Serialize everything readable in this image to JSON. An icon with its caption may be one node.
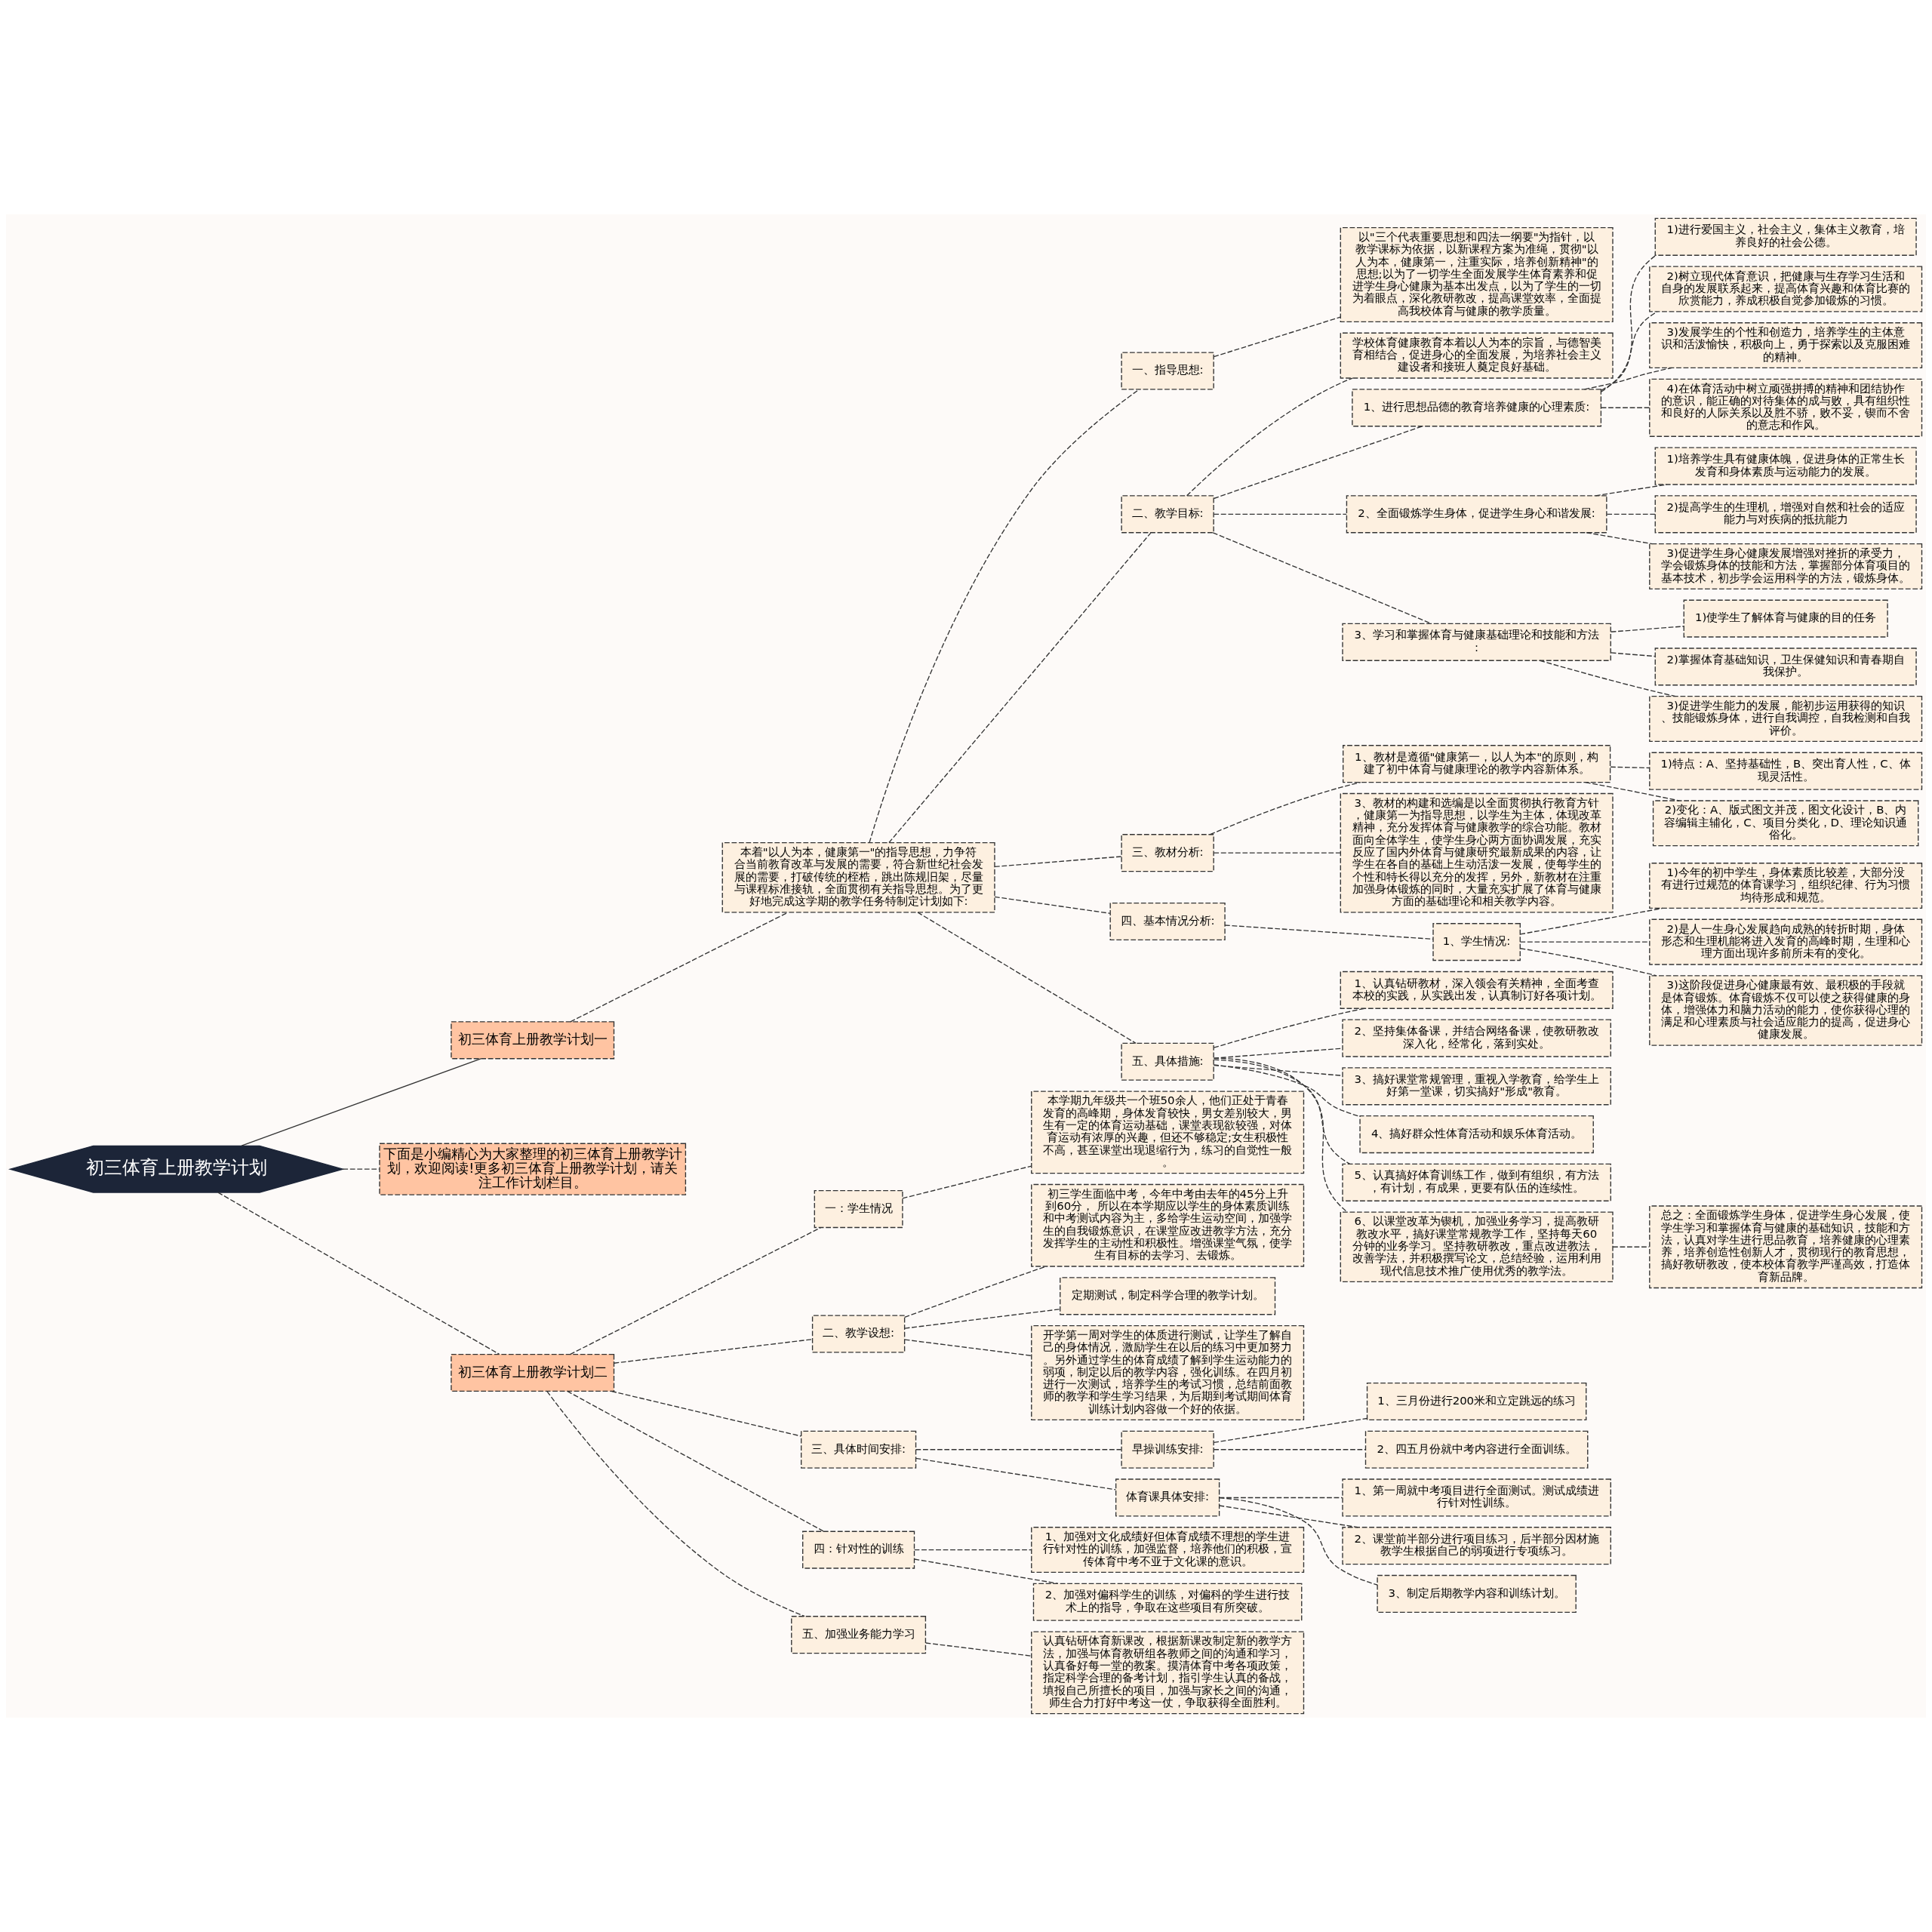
{
  "diagram": {
    "nodes": [
      {
        "text": [
          "初三体育上册教学计划"
        ]
      },
      {
        "text": [
          "初三体育上册教学计划一"
        ]
      },
      {
        "text": [
          "本着\"以人为本，健康第一\"的指导思想，力争符合当前教育改革与发展的需要，符合新世纪社会发展的需要，打破传统的桎梏，跳出陈规旧架，尽量与课程标准接轨，全面贯彻有关指导思想。为了更好地完成这学期的教学任务特制定计划如下:"
        ]
      },
      {
        "text": [
          "一、指导思想:"
        ]
      },
      {
        "text": [
          "以\"三个代表重要思想和四法一纲要\"为指针，以教学课标为依据，以新课程方案为准绳，贯彻\"以人为本，健康第一，注重实际，培养创新精神\"的思想;以为了一切学生全面发展学生体育素养和促进学生身心健康为基本出发点，以为了学生的一切为着眼点，深化教研教改，提高课堂效率，全面提高我校体育与健康的教学质量。"
        ]
      },
      {
        "text": [
          "二、教学目标:"
        ]
      },
      {
        "text": [
          "学校体育健康教育本着以人为本的宗旨，与德智美育相结合，促进身心的全面发展，为培养社会主义建设者和接班人奠定良好基础。"
        ]
      },
      {
        "text": [
          "1、进行思想品德的教育培养健康的心理素质:"
        ]
      },
      {
        "text": [
          "1)进行爱国主义，社会主义，集体主义教育，培养良好的社会公德。"
        ]
      },
      {
        "text": [
          "2)树立现代体育意识，把健康与生存学习生活和自身的发展联系起来，提高体育兴趣和体育比赛的欣赏能力，养成积极自觉参加锻炼的习惯。"
        ]
      },
      {
        "text": [
          "3)发展学生的个性和创造力，培养学生的主体意识和活泼愉快，积极向上，勇于探索以及克服困难的精神。"
        ]
      },
      {
        "text": [
          "4)在体育活动中树立顽强拼搏的精神和团结协作的意识，能正确的对待集体的成与败，具有组织性和良好的人际关系以及胜不骄，败不妥，锲而不舍的意志和作风。"
        ]
      },
      {
        "text": [
          "2、全面锻炼学生身体，促进学生身心和谐发展:"
        ]
      },
      {
        "text": [
          "1)培养学生具有健康体魄，促进身体的正常生长发育和身体素质与运动能力的发展。"
        ]
      },
      {
        "text": [
          "2)提高学生的生理机，增强对自然和社会的适应能力与对疾病的抵抗能力"
        ]
      },
      {
        "text": [
          "3)促进学生身心健康发展增强对挫折的承受力，学会锻炼身体的技能和方法，掌握部分体育项目的基本技术，初步学会运用科学的方法，锻炼身体。"
        ]
      },
      {
        "text": [
          "3、学习和掌握体育与健康基础理论和技能和方法:"
        ]
      },
      {
        "text": [
          "1)使学生了解体育与健康的目的任务"
        ]
      },
      {
        "text": [
          "2)掌握体育基础知识，卫生保健知识和青春期自我保护。"
        ]
      },
      {
        "text": [
          "3)促进学生能力的发展，能初步运用获得的知识、技能锻炼身体，进行自我调控，自我检测和自我评价。"
        ]
      },
      {
        "text": [
          "三、教材分析:"
        ]
      },
      {
        "text": [
          "1、教材是遵循\"健康第一，以人为本\"的原则，构建了初中体育与健康理论的教学内容新体系。"
        ]
      },
      {
        "text": [
          "1)特点：A、坚持基础性，B、突出育人性，C、体现灵活性。"
        ]
      },
      {
        "text": [
          "2)变化：A、版式图文并茂，图文化设计，B、内容编辑主辅化，C、项目分类化，D、理论知识通俗化。"
        ]
      },
      {
        "text": [
          "3、教材的构建和选编是以全面贯彻执行教育方针，健康第一为指导思想，以学生为主体，体现改革精神，充分发挥体育与健康教学的综合功能。教材面向全体学生，使学生身心两方面协调发展，充实反应了国内外体育与健康研究最新成果的内容，让学生在各自的基础上生动活泼一发展，使每学生的个性和特长得以充分的发挥，另外，新教材在注重加强身体锻炼的同时，大量充实扩展了体育与健康方面的基础理论和相关教学内容。"
        ]
      },
      {
        "text": [
          "四、基本情况分析:"
        ]
      },
      {
        "text": [
          "1、学生情况:"
        ]
      },
      {
        "text": [
          "1)今年的初中学生，身体素质比较差，大部分没有进行过规范的体育课学习，组织纪律、行为习惯均待形成和规范。"
        ]
      },
      {
        "text": [
          "2)是人一生身心发展趋向成熟的转折时期，身体形态和生理机能将进入发育的高峰时期，生理和心理方面出现许多前所未有的变化。"
        ]
      },
      {
        "text": [
          "3)这阶段促进身心健康最有效、最积极的手段就是体育锻炼。体育锻炼不仅可以使之获得健康的身体，增强体力和脑力活动的能力，使你获得心理的满足和心理素质与社会适应能力的提高，促进身心健康发展。"
        ]
      },
      {
        "text": [
          "五、具体措施:"
        ]
      },
      {
        "text": [
          "1、认真钻研教材，深入领会有关精神，全面考查本校的实践，从实践出发，认真制订好各项计划。"
        ]
      },
      {
        "text": [
          "2、坚持集体备课，并结合网络备课，使教研教改深入化，经常化，落到实处。"
        ]
      },
      {
        "text": [
          "3、搞好课堂常规管理，重视入学教育，给学生上好第一堂课，切实搞好\"形成\"教育。"
        ]
      },
      {
        "text": [
          "4、搞好群众性体育活动和娱乐体育活动。"
        ]
      },
      {
        "text": [
          "5、认真搞好体育训练工作，做到有组织，有方法，有计划，有成果，更要有队伍的连续性。"
        ]
      },
      {
        "text": [
          "6、以课堂改革为锲机，加强业务学习，提高教研教改水平，搞好课堂常规教学工作，坚持每天60分钟的业务学习。坚持教研教改，重点改进教法，改善学法，并积极撰写论文，总结经验，运用利用现代信息技术推广使用优秀的教学法。"
        ]
      },
      {
        "text": [
          "总之：全面锻炼学生身体，促进学生身心发展，使学生学习和掌握体育与健康的基础知识，技能和方法，认真对学生进行思品教育，培养健康的心理素养，培养创造性创新人才，贯彻现行的教育思想，搞好教研教改，使本校体育教学严谨高效，打造体育新品牌。"
        ]
      },
      {
        "text": [
          "下面是小编精心为大家整理的初三体育上册教学计划，欢迎阅读!更多初三体育上册教学计划，请关注工作计划栏目。"
        ]
      },
      {
        "text": [
          "初三体育上册教学计划二"
        ]
      },
      {
        "text": [
          "一：学生情况"
        ]
      },
      {
        "text": [
          "本学期九年级共一个班50余人，他们正处于青春发育的高峰期，身体发育较快，男女差别较大，男生有一定的体育运动基础，课堂表现欲较强，对体育运动有浓厚的兴趣，但还不够稳定;女生积极性不高，甚至课堂出现退缩行为，练习的自觉性一般。"
        ]
      },
      {
        "text": [
          "二、教学设想:"
        ]
      },
      {
        "text": [
          "初三学生面临中考，今年中考由去年的45分上升到60分， 所以在本学期应以学生的身体素质训练和中考测试内容为主，多给学生运动空间，加强学生的自我锻炼意识，在课堂应改进教学方法，充分发挥学生的主动性和积极性。增强课堂气氛，使学生有目标的去学习、去锻炼。"
        ]
      },
      {
        "text": [
          "定期测试，制定科学合理的教学计划。"
        ]
      },
      {
        "text": [
          "开学第一周对学生的体质进行测试，让学生了解自己的身体情况，激励学生在以后的练习中更加努力。另外通过学生的体育成绩了解到学生运动能力的弱项，制定以后的教学内容，强化训练。在四月初进行一次测试，培养学生的考试习惯，总结前面教师的教学和学生学习结果，为后期到考试期间体育训练计划内容做一个好的依据。"
        ]
      },
      {
        "text": [
          "三、具体时间安排:"
        ]
      },
      {
        "text": [
          "早操训练安排:"
        ]
      },
      {
        "text": [
          "1、三月份进行200米和立定跳远的练习"
        ]
      },
      {
        "text": [
          "2、四五月份就中考内容进行全面训练。"
        ]
      },
      {
        "text": [
          "体育课具体安排:"
        ]
      },
      {
        "text": [
          "1、第一周就中考项目进行全面测试。测试成绩进行针对性训练。"
        ]
      },
      {
        "text": [
          "2、课堂前半部分进行项目练习，后半部分因材施教学生根据自己的弱项进行专项练习。"
        ]
      },
      {
        "text": [
          "3、制定后期教学内容和训练计划。"
        ]
      },
      {
        "text": [
          "四：针对性的训练"
        ]
      },
      {
        "text": [
          "1、加强对文化成绩好但体育成绩不理想的学生进行针对性的训练，加强监督，培养他们的积极，宣传体育中考不亚于文化课的意识。"
        ]
      },
      {
        "text": [
          "2、加强对偏科学生的训练，对偏科的学生进行技术上的指导，争取在这些项目有所突破。"
        ]
      },
      {
        "text": [
          "五、加强业务能力学习"
        ]
      },
      {
        "text": [
          "认真钻研体育新课改，根据新课改制定新的教学方法，加强与体育教研组各教师之间的沟通和学习，认真备好每一堂的教案。摸清体育中考各项政策，指定科学合理的备考计划，指引学生认真的备战，填报自己所擅长的项目，加强与家长之间的沟通，师生合力打好中考这一仗，争取获得全面胜利。"
        ]
      }
    ],
    "edges": [
      {
        "from": 0,
        "to": 1,
        "arrow": "none"
      },
      {
        "from": 1,
        "to": 2,
        "arrow": "none",
        "style": "dashed"
      },
      {
        "from": 2,
        "to": 3,
        "arrow": "none",
        "style": "dashed"
      },
      {
        "from": 3,
        "to": 4,
        "arrow": "none",
        "style": "dashed"
      },
      {
        "from": 2,
        "to": 5,
        "arrow": "none",
        "style": "dashed"
      },
      {
        "from": 5,
        "to": 6,
        "arrow": "none",
        "style": "dashed"
      },
      {
        "from": 5,
        "to": 7,
        "arrow": "none",
        "style": "dashed"
      },
      {
        "from": 7,
        "to": 8,
        "arrow": "none",
        "style": "dashed"
      },
      {
        "from": 7,
        "to": 9,
        "arrow": "none",
        "style": "dashed"
      },
      {
        "from": 7,
        "to": 10,
        "arrow": "none",
        "style": "dashed"
      },
      {
        "from": 7,
        "to": 11,
        "arrow": "none",
        "style": "dashed"
      },
      {
        "from": 5,
        "to": 12,
        "arrow": "none",
        "style": "dashed"
      },
      {
        "from": 12,
        "to": 13,
        "arrow": "none",
        "style": "dashed"
      },
      {
        "from": 12,
        "to": 14,
        "arrow": "none",
        "style": "dashed"
      },
      {
        "from": 12,
        "to": 15,
        "arrow": "none",
        "style": "dashed"
      },
      {
        "from": 5,
        "to": 16,
        "arrow": "none",
        "style": "dashed"
      },
      {
        "from": 16,
        "to": 17,
        "arrow": "none",
        "style": "dashed"
      },
      {
        "from": 16,
        "to": 18,
        "arrow": "none",
        "style": "dashed"
      },
      {
        "from": 16,
        "to": 19,
        "arrow": "none",
        "style": "dashed"
      },
      {
        "from": 2,
        "to": 20,
        "arrow": "none",
        "style": "dashed"
      },
      {
        "from": 20,
        "to": 21,
        "arrow": "none",
        "style": "dashed"
      },
      {
        "from": 21,
        "to": 22,
        "arrow": "none",
        "style": "dashed"
      },
      {
        "from": 21,
        "to": 23,
        "arrow": "none",
        "style": "dashed"
      },
      {
        "from": 20,
        "to": 24,
        "arrow": "none",
        "style": "dashed"
      },
      {
        "from": 2,
        "to": 25,
        "arrow": "none",
        "style": "dashed"
      },
      {
        "from": 25,
        "to": 26,
        "arrow": "none",
        "style": "dashed"
      },
      {
        "from": 26,
        "to": 27,
        "arrow": "none",
        "style": "dashed"
      },
      {
        "from": 26,
        "to": 28,
        "arrow": "none",
        "style": "dashed"
      },
      {
        "from": 26,
        "to": 29,
        "arrow": "none",
        "style": "dashed"
      },
      {
        "from": 2,
        "to": 30,
        "arrow": "none",
        "style": "dashed"
      },
      {
        "from": 30,
        "to": 31,
        "arrow": "none",
        "style": "dashed"
      },
      {
        "from": 30,
        "to": 32,
        "arrow": "none",
        "style": "dashed"
      },
      {
        "from": 30,
        "to": 33,
        "arrow": "none",
        "style": "dashed"
      },
      {
        "from": 30,
        "to": 34,
        "arrow": "none",
        "style": "dashed"
      },
      {
        "from": 30,
        "to": 35,
        "arrow": "none",
        "style": "dashed"
      },
      {
        "from": 30,
        "to": 36,
        "arrow": "none",
        "style": "dashed"
      },
      {
        "from": 36,
        "to": 37,
        "arrow": "none",
        "style": "dashed"
      },
      {
        "from": 0,
        "to": 38,
        "arrow": "none",
        "style": "dashed"
      },
      {
        "from": 0,
        "to": 39,
        "arrow": "none",
        "style": "dashed"
      },
      {
        "from": 39,
        "to": 40,
        "arrow": "none",
        "style": "dashed"
      },
      {
        "from": 40,
        "to": 41,
        "arrow": "none",
        "style": "dashed"
      },
      {
        "from": 39,
        "to": 42,
        "arrow": "none",
        "style": "dashed"
      },
      {
        "from": 42,
        "to": 43,
        "arrow": "none",
        "style": "dashed"
      },
      {
        "from": 42,
        "to": 44,
        "arrow": "none",
        "style": "dashed"
      },
      {
        "from": 42,
        "to": 45,
        "arrow": "none",
        "style": "dashed"
      },
      {
        "from": 39,
        "to": 46,
        "arrow": "none",
        "style": "dashed"
      },
      {
        "from": 46,
        "to": 47,
        "arrow": "none",
        "style": "dashed"
      },
      {
        "from": 47,
        "to": 48,
        "arrow": "none",
        "style": "dashed"
      },
      {
        "from": 47,
        "to": 49,
        "arrow": "none",
        "style": "dashed"
      },
      {
        "from": 46,
        "to": 50,
        "arrow": "none",
        "style": "dashed"
      },
      {
        "from": 50,
        "to": 51,
        "arrow": "none",
        "style": "dashed"
      },
      {
        "from": 50,
        "to": 52,
        "arrow": "none",
        "style": "dashed"
      },
      {
        "from": 50,
        "to": 53,
        "arrow": "none",
        "style": "dashed"
      },
      {
        "from": 39,
        "to": 54,
        "arrow": "none",
        "style": "dashed"
      },
      {
        "from": 54,
        "to": 55,
        "arrow": "none",
        "style": "dashed"
      },
      {
        "from": 54,
        "to": 56,
        "arrow": "none",
        "style": "dashed"
      },
      {
        "from": 39,
        "to": 57,
        "arrow": "none",
        "style": "dashed"
      },
      {
        "from": 57,
        "to": 58,
        "arrow": "none",
        "style": "dashed"
      }
    ]
  }
}
